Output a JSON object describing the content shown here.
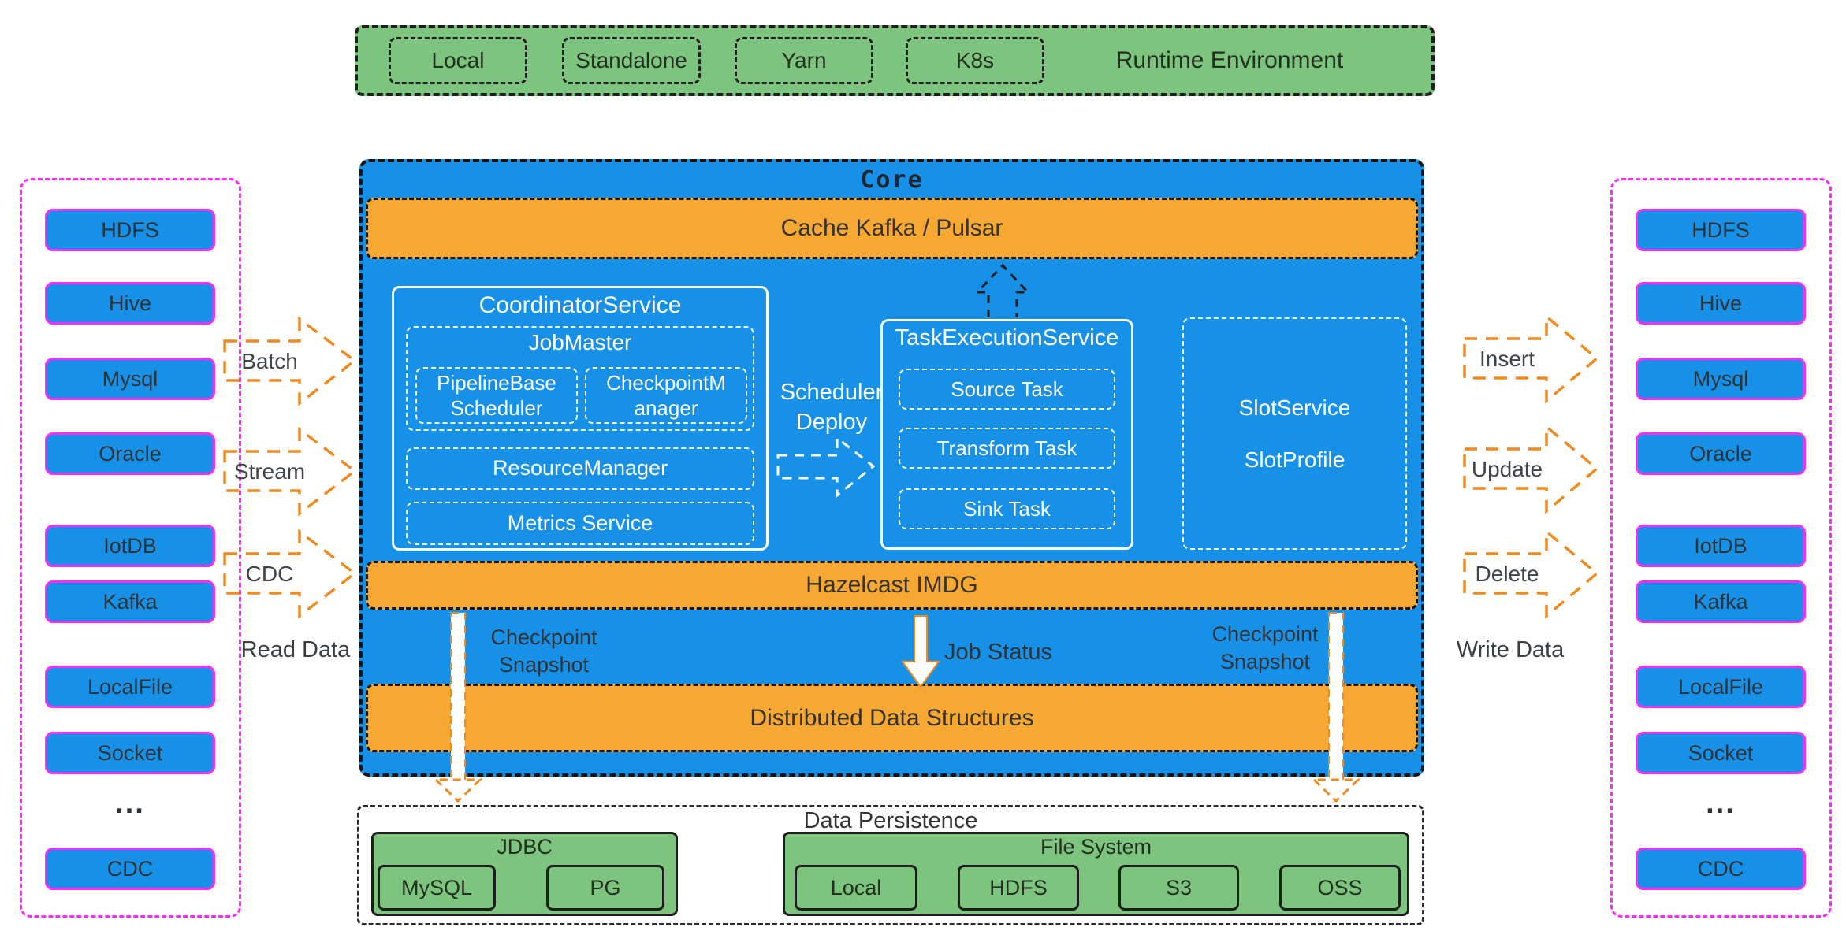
{
  "colors": {
    "blue": "#1790E8",
    "orange": "#F6A833",
    "green": "#7DC47E",
    "magenta": "#FB2BFB",
    "arrow_orange": "#F08A1F"
  },
  "runtime": {
    "title": "Runtime Environment",
    "items": [
      "Local",
      "Standalone",
      "Yarn",
      "K8s"
    ]
  },
  "sources": {
    "items": [
      "HDFS",
      "Hive",
      "Mysql",
      "Oracle",
      "IotDB",
      "Kafka",
      "LocalFile",
      "Socket",
      "CDC"
    ],
    "ellipsis": "...",
    "label": "Read Data"
  },
  "sinks": {
    "items": [
      "HDFS",
      "Hive",
      "Mysql",
      "Oracle",
      "IotDB",
      "Kafka",
      "LocalFile",
      "Socket",
      "CDC"
    ],
    "ellipsis": "...",
    "label": "Write Data"
  },
  "read_arrows": [
    "Batch",
    "Stream",
    "CDC"
  ],
  "write_arrows": [
    "Insert",
    "Update",
    "Delete"
  ],
  "core": {
    "title": "Core",
    "cache_bar": "Cache Kafka / Pulsar",
    "coordinator_service": {
      "title": "CoordinatorService",
      "job_master": {
        "title": "JobMaster",
        "pipeline_scheduler": "PipelineBase Scheduler",
        "checkpoint_manager": "CheckpointManager"
      },
      "resource_manager": "ResourceManager",
      "metrics_service": "Metrics Service"
    },
    "scheduler_deploy": "Scheduler Deploy",
    "task_execution_service": {
      "title": "TaskExecutionService",
      "tasks": [
        "Source Task",
        "Transform Task",
        "Sink Task"
      ]
    },
    "slot": {
      "line1": "SlotService",
      "line2": "SlotProfile"
    },
    "hazelcast_bar": "Hazelcast IMDG",
    "checkpoint_snapshot_left": "Checkpoint Snapshot",
    "job_status": "Job Status",
    "checkpoint_snapshot_right": "Checkpoint Snapshot",
    "dds_bar": "Distributed Data Structures"
  },
  "persistence": {
    "title": "Data Persistence",
    "jdbc": {
      "title": "JDBC",
      "items": [
        "MySQL",
        "PG"
      ]
    },
    "file_system": {
      "title": "File System",
      "items": [
        "Local",
        "HDFS",
        "S3",
        "OSS"
      ]
    }
  }
}
